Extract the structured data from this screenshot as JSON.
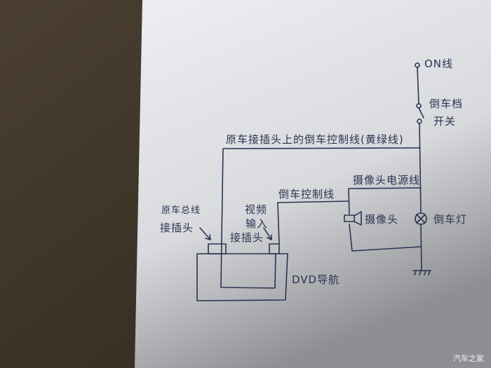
{
  "diagram": {
    "labels": {
      "on_wire": "ON线",
      "reverse_switch_line1": "倒车档",
      "reverse_switch_line2": "开关",
      "original_control_wire": "原车接插头上的倒车控制线(黄绿线)",
      "camera_power_wire": "摄像头电源线",
      "reverse_control_wire": "倒车控制线",
      "camera": "摄像头",
      "reverse_lamp": "倒车灯",
      "bus_connector_line1": "原车总线",
      "bus_connector_line2": "接插头",
      "video_input_line1": "视频",
      "video_input_line2": "输入",
      "video_input_line3": "接插头",
      "dvd_nav": "DVD导航"
    },
    "colors": {
      "ink": "#2c3350",
      "paper": "#e6e7ea",
      "desk": "#3a3126"
    }
  },
  "watermark": "汽车之家"
}
